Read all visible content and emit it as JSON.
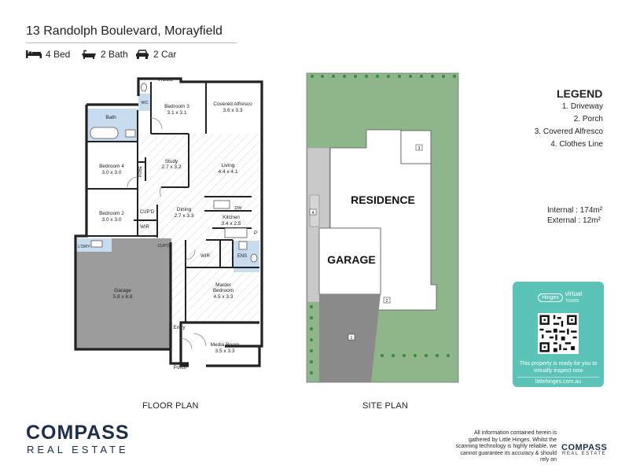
{
  "listing": {
    "address": "13 Randolph Boulevard, Morayfield",
    "features": [
      {
        "icon": "bed-icon",
        "label": "4 Bed"
      },
      {
        "icon": "bath-icon",
        "label": "2 Bath"
      },
      {
        "icon": "car-icon",
        "label": "2 Car"
      }
    ]
  },
  "floor_plan": {
    "caption": "FLOOR PLAN",
    "rooms": {
      "robe_top": "ROBE",
      "wc": "WC",
      "bedroom3_name": "Bedroom 3",
      "bedroom3_size": "3.1 x 3.1",
      "alfresco_name": "Covered Alfresco",
      "alfresco_size": "3.6 x 3.3",
      "bath": "Bath",
      "study_name": "Study",
      "study_size": "2.7 x 3.2",
      "living_name": "Living",
      "living_size": "4.4 x 4.1",
      "bedroom4_name": "Bedroom 4",
      "bedroom4_size": "3.0 x 3.0",
      "robe_side": "ROBE",
      "dw": "DW",
      "dining_name": "Dining",
      "dining_size": "2.7 x 3.3",
      "kitchen_name": "Kitchen",
      "kitchen_size": "3.4 x 2.5",
      "bedroom2_name": "Bedroom 2",
      "bedroom2_size": "3.0 x 3.0",
      "cupd1": "CUP'D",
      "wir1": "WIR",
      "pantry": "P",
      "ldry": "L'DRY",
      "cupd2": "CUP'D",
      "wir2": "WIR",
      "ens": "ENS",
      "garage_name": "Garage",
      "garage_size": "5.8 x 6.8",
      "master_name": "Master",
      "master_name2": "Bedroom",
      "master_size": "4.5 x 3.3",
      "entry": "Entry",
      "media_name": "Media Room",
      "media_size": "3.5 x 3.3",
      "porch": "Porch"
    }
  },
  "site_plan": {
    "caption": "SITE PLAN",
    "residence": "RESIDENCE",
    "garage": "GARAGE",
    "markers": [
      "1",
      "2",
      "3",
      "4"
    ]
  },
  "legend": {
    "title": "LEGEND",
    "items": [
      "1. Driveway",
      "2. Porch",
      "3. Covered Alfresco",
      "4. Clothes Line"
    ]
  },
  "areas": {
    "internal_label": "Internal",
    "internal_value": ": 174m²",
    "external_label": "External",
    "external_value": ": 12m²"
  },
  "virtual_tour": {
    "brand": "Hinges",
    "product_line1": "virtual",
    "product_line2": "TOURS",
    "text": "This property is ready for you to virtually inspect now",
    "url": "littlehinges.com.au"
  },
  "branding": {
    "main": "COMPASS",
    "sub": "REAL ESTATE",
    "disclaimer": "All information contained herein is gathered by Little Hinges. Whilst the scanning technology is highly reliable, we cannot guarantee its accuracy & should rely on"
  },
  "colors": {
    "grass": "#8fb58a",
    "driveway": "#8a8a8a",
    "water_room": "#c8dcef",
    "navy": "#1c2e4a",
    "teal": "#5cc3b9"
  }
}
